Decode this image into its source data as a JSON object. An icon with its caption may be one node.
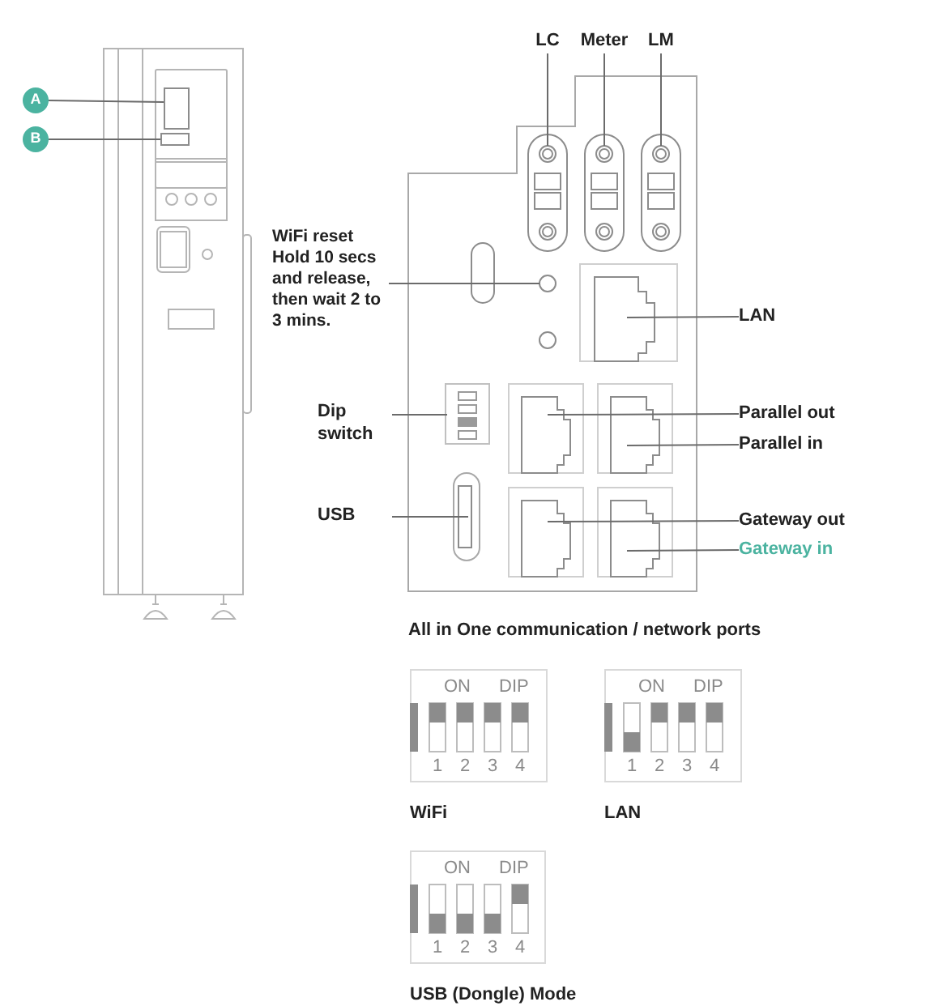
{
  "diagram": {
    "nodes": [
      {
        "text": [
          "A"
        ]
      },
      {
        "text": [
          "B"
        ]
      },
      {
        "text": [
          "LC"
        ]
      },
      {
        "text": [
          "Meter"
        ]
      },
      {
        "text": [
          "LM"
        ]
      },
      {
        "text": [
          "WiFi reset",
          "Hold 10 secs and release, then wait 2 to 3 mins."
        ]
      },
      {
        "text": [
          "LAN"
        ]
      },
      {
        "text": [
          "Dip switch"
        ]
      },
      {
        "text": [
          "Parallel out"
        ]
      },
      {
        "text": [
          "Parallel in"
        ]
      },
      {
        "text": [
          "USB"
        ]
      },
      {
        "text": [
          "Gateway out"
        ]
      },
      {
        "text": [
          "Gateway in"
        ]
      },
      {
        "text": [
          "ON",
          "DIP",
          "1",
          "2",
          "3",
          "4"
        ],
        "beside": [
          "WiFi"
        ]
      },
      {
        "text": [
          "ON",
          "DIP",
          "1",
          "2",
          "3",
          "4"
        ],
        "beside": [
          "LAN"
        ]
      },
      {
        "text": [
          "ON",
          "DIP",
          "1",
          "2",
          "3",
          "4"
        ],
        "beside": [
          "USB (Dongle) Mode"
        ]
      },
      {
        "text": [],
        "shape": "box"
      },
      {
        "text": [],
        "shape": "box"
      }
    ],
    "edges": [
      {
        "from": 0,
        "to": 16,
        "arrow": "none"
      },
      {
        "from": 1,
        "to": 17,
        "arrow": "none"
      },
      {
        "from": 2,
        "to": null,
        "arrow": "none"
      },
      {
        "from": 3,
        "to": null,
        "arrow": "none"
      },
      {
        "from": 4,
        "to": null,
        "arrow": "none"
      },
      {
        "from": 5,
        "to": null,
        "arrow": "none"
      },
      {
        "from": 6,
        "to": null,
        "arrow": "none"
      },
      {
        "from": 7,
        "to": null,
        "arrow": "none"
      },
      {
        "from": 8,
        "to": null,
        "arrow": "none"
      },
      {
        "from": 9,
        "to": null,
        "arrow": "none"
      },
      {
        "from": 10,
        "to": null,
        "arrow": "none"
      },
      {
        "from": 11,
        "to": null,
        "arrow": "none"
      },
      {
        "from": 12,
        "to": null,
        "arrow": "none"
      }
    ],
    "labels": [
      "All in One communication / network ports"
    ]
  }
}
